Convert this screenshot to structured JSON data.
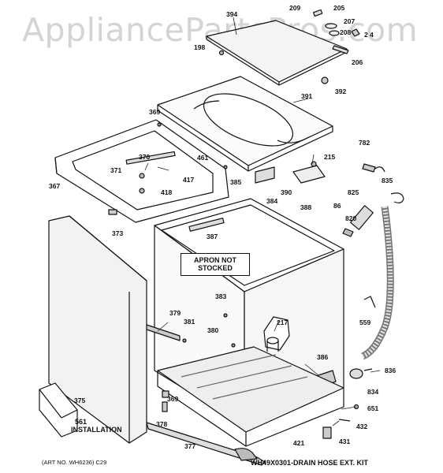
{
  "watermark": "AppliancePartsPros.com",
  "notes": {
    "apron": "APRON NOT STOCKED",
    "installation_number": "561",
    "installation_text": "INSTALLATION",
    "art_number": "(ART NO. WH6236) C29",
    "drain_hose_kit": "WH49X0301-DRAIN HOSE EXT. KIT"
  },
  "parts": {
    "p394": "394",
    "p209": "209",
    "p205": "205",
    "p207": "207",
    "p208": "208",
    "p204": "2 4",
    "p198": "198",
    "p206": "206",
    "p392": "392",
    "p391": "391",
    "p369a": "369",
    "p782": "782",
    "p215": "215",
    "p461": "461",
    "p370": "370",
    "p371": "371",
    "p417": "417",
    "p418": "418",
    "p367": "367",
    "p385": "385",
    "p390": "390",
    "p86": "86",
    "p835": "835",
    "p825": "825",
    "p384": "384",
    "p388": "388",
    "p820": "820",
    "p373": "373",
    "p387": "387",
    "p383": "383",
    "p379": "379",
    "p381": "381",
    "p380": "380",
    "p217": "217",
    "p559": "559",
    "p386": "386",
    "p836": "836",
    "p834": "834",
    "p375": "375",
    "p369b": "369",
    "p378": "378",
    "p651": "651",
    "p432": "432",
    "p421": "421",
    "p377": "377",
    "p431": "431"
  }
}
